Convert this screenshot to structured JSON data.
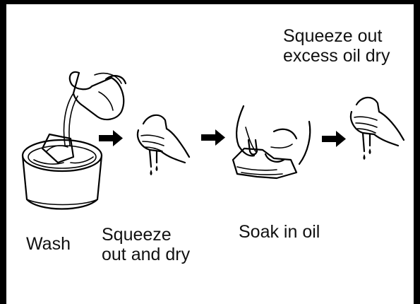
{
  "steps": [
    {
      "label": "Wash",
      "icon": "wash-basin-icon"
    },
    {
      "label": "Squeeze\nout and dry",
      "icon": "squeeze-hand-icon"
    },
    {
      "label": "Soak in oil",
      "icon": "soak-hands-icon"
    },
    {
      "label": "Squeeze out\nexcess oil dry",
      "icon": "squeeze-hand-icon"
    }
  ],
  "arrow_icon": "right-arrow-icon",
  "colors": {
    "ink": "#000000",
    "background": "#ffffff"
  }
}
